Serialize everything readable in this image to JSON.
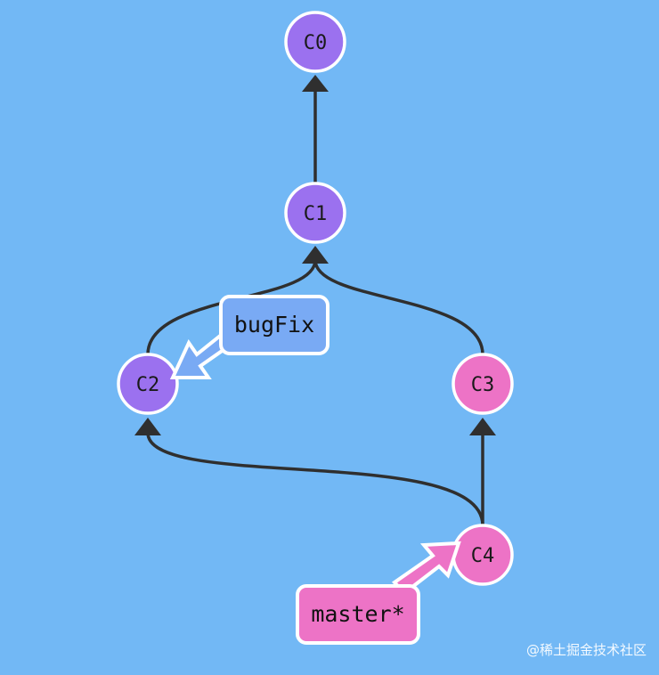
{
  "colors": {
    "background": "#72b8f5",
    "purple_commit": "#9b71ef",
    "pink_commit": "#ed73c6",
    "bugfix_branch": "#79aaf4",
    "master_branch": "#ed73c6",
    "edge": "#2f2f2f",
    "outline": "#ffffff"
  },
  "commits": [
    {
      "id": "c0",
      "label": "C0",
      "color": "purple"
    },
    {
      "id": "c1",
      "label": "C1",
      "color": "purple"
    },
    {
      "id": "c2",
      "label": "C2",
      "color": "purple"
    },
    {
      "id": "c3",
      "label": "C3",
      "color": "pink"
    },
    {
      "id": "c4",
      "label": "C4",
      "color": "pink"
    }
  ],
  "edges": [
    {
      "from": "C1",
      "to": "C0"
    },
    {
      "from": "C2",
      "to": "C1"
    },
    {
      "from": "C3",
      "to": "C1"
    },
    {
      "from": "C4",
      "to": "C2"
    },
    {
      "from": "C4",
      "to": "C3"
    }
  ],
  "branches": {
    "bugfix": {
      "label": "bugFix",
      "target": "C2"
    },
    "master": {
      "label": "master*",
      "target": "C4"
    }
  },
  "watermark": "@稀土掘金技术社区"
}
